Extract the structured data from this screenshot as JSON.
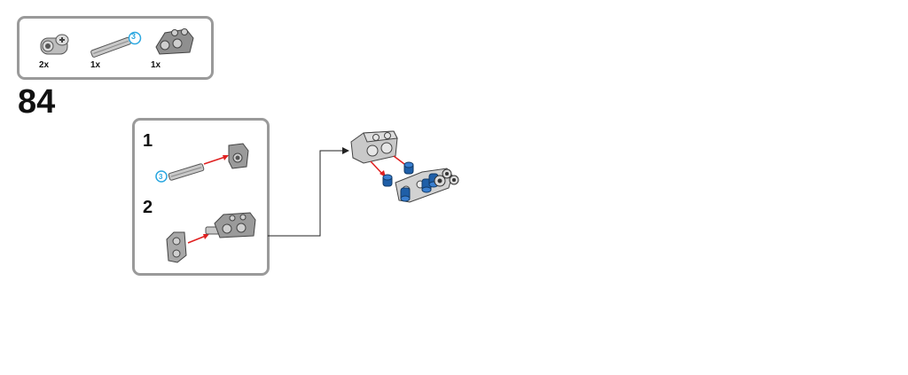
{
  "parts_list": {
    "items": [
      {
        "name": "cross-axle-connector",
        "qty": "2x"
      },
      {
        "name": "axle-3",
        "qty": "1x",
        "length_badge": "3"
      },
      {
        "name": "beam-connector",
        "qty": "1x"
      }
    ]
  },
  "step": {
    "number": "84",
    "substeps": [
      {
        "label": "1",
        "badge": "3"
      },
      {
        "label": "2"
      }
    ]
  },
  "colors": {
    "border": "#9a9a9a",
    "arrow": "#e02020",
    "badge": "#2aa7e0",
    "pin_blue": "#1f5fa8",
    "part_grey": "#c8c8c8"
  }
}
